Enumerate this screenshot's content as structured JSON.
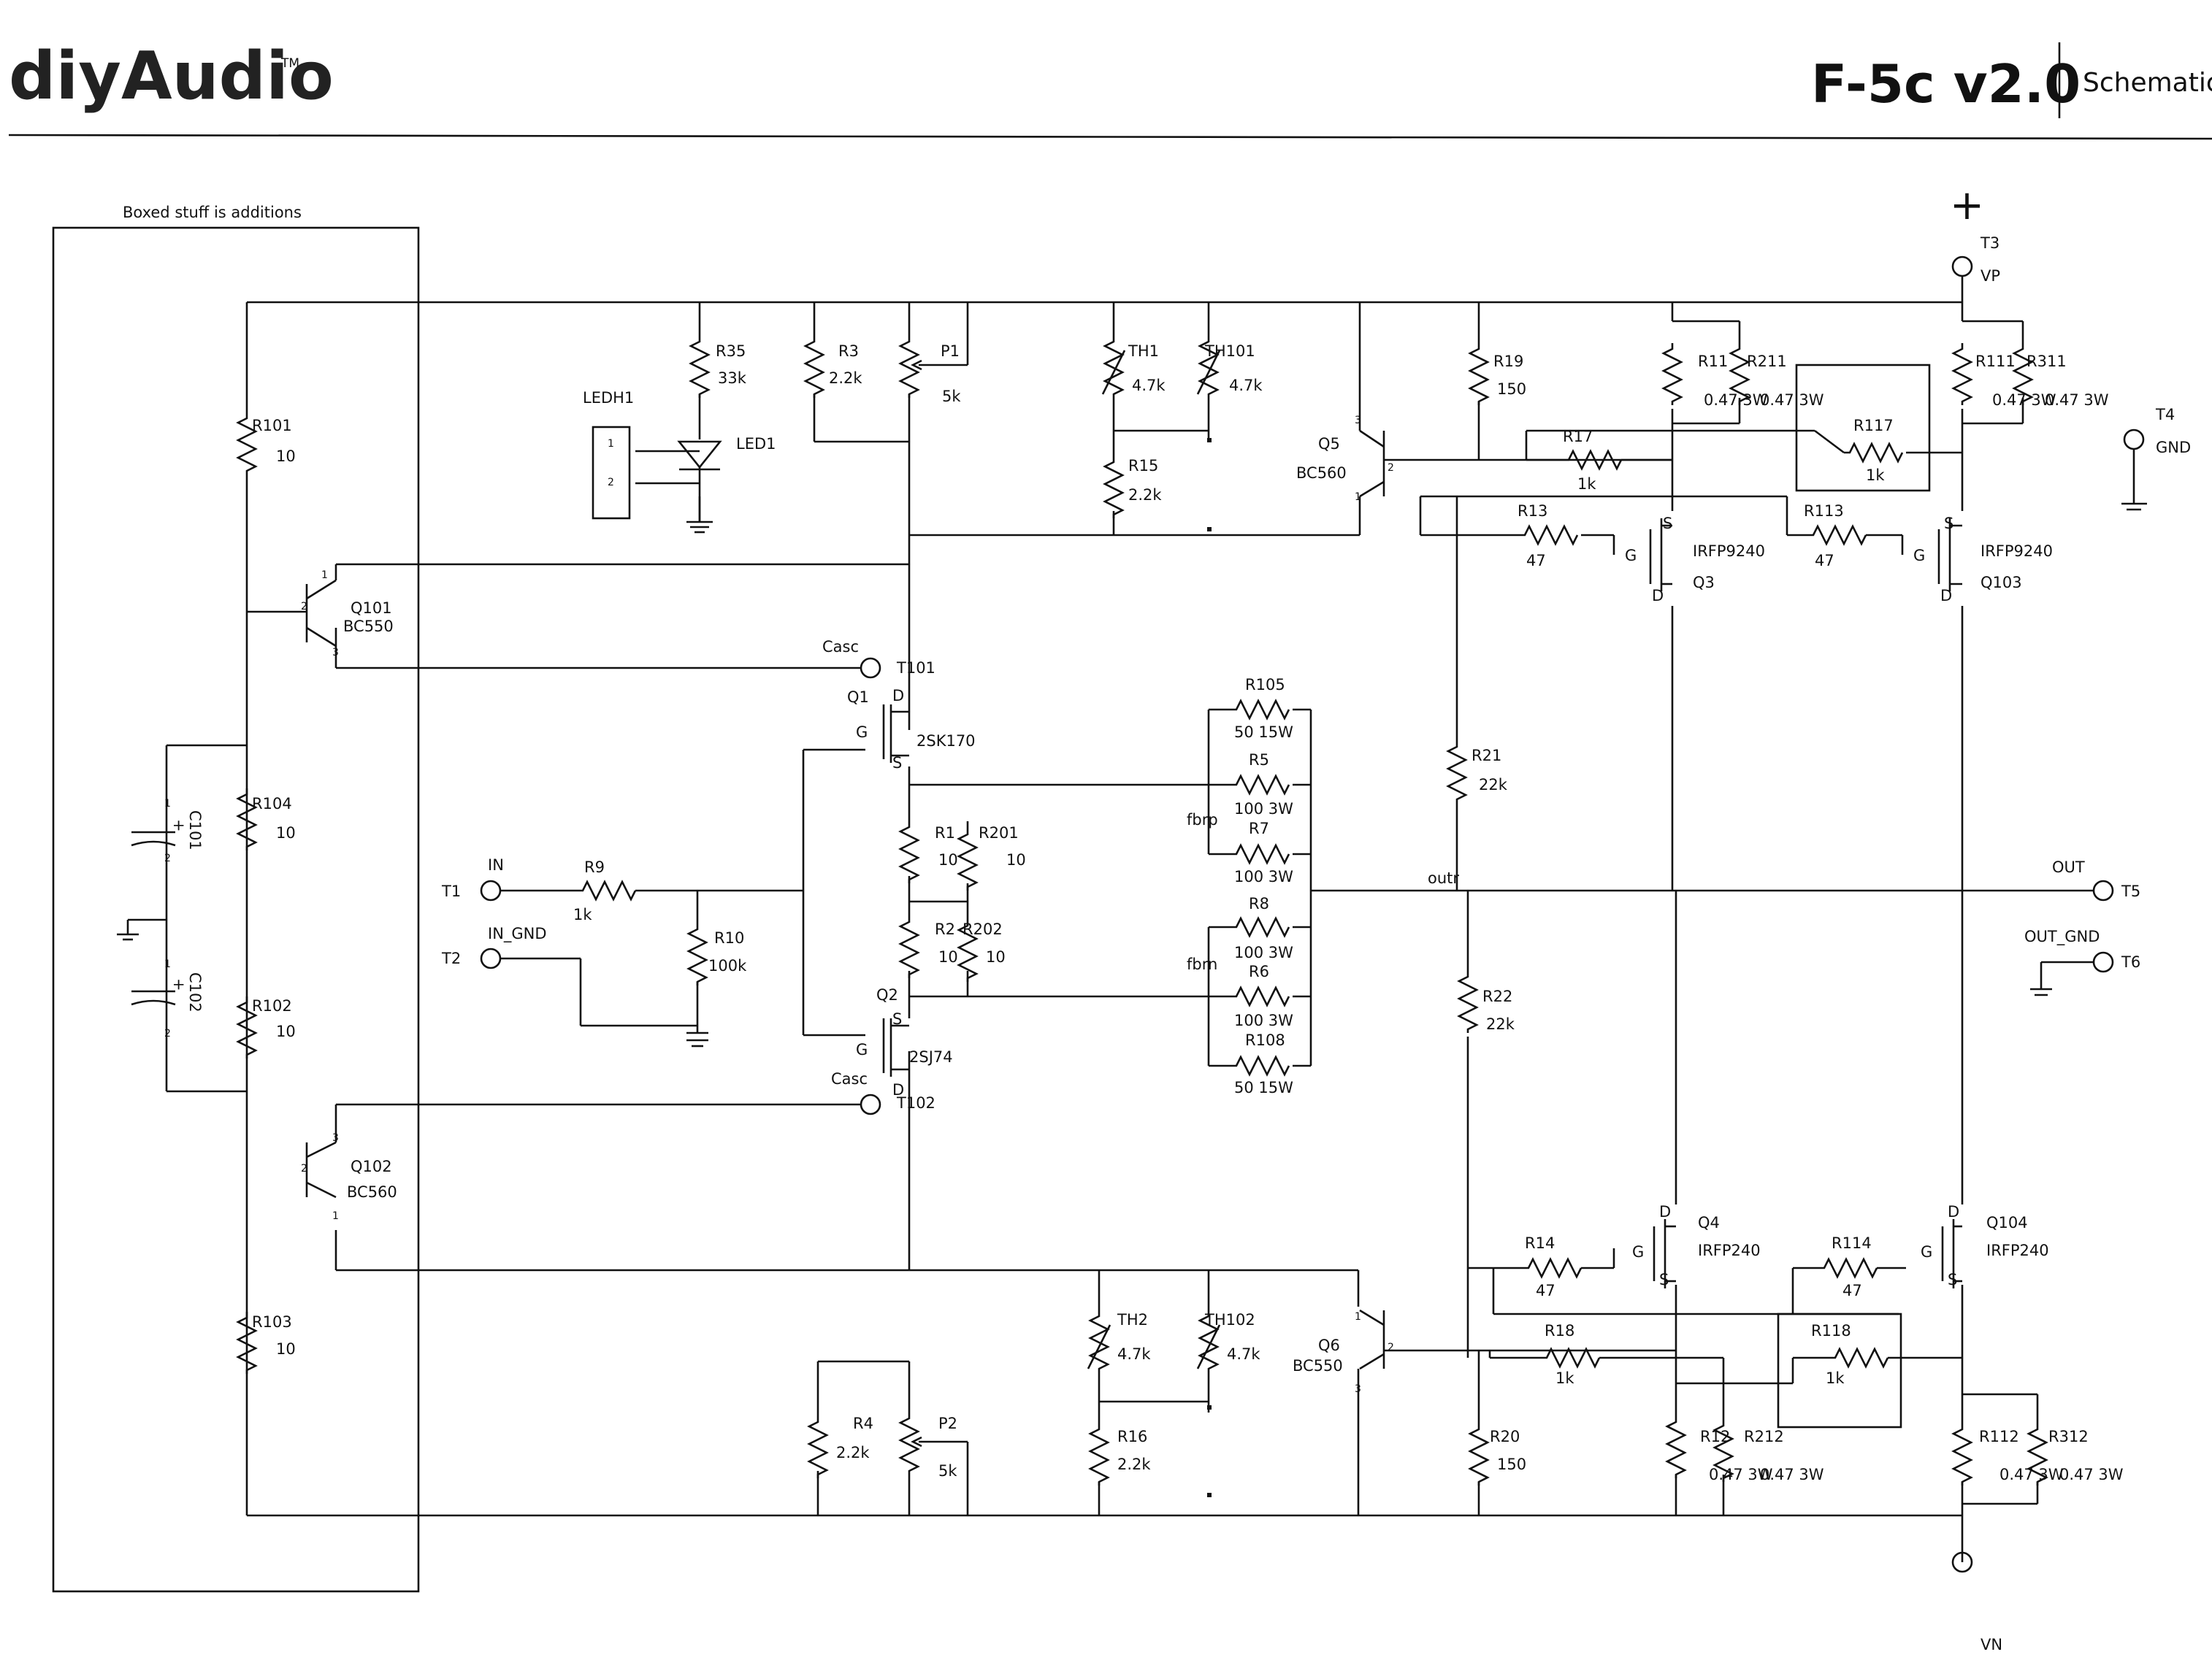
{
  "header": {
    "logo": "diyAudio",
    "trademark": "TM",
    "title": "F-5c v2.0",
    "subtitle": "Schematics"
  },
  "note": "Boxed stuff is additions",
  "terminals": [
    {
      "ref": "T3",
      "net": "VP",
      "mark": "+"
    },
    {
      "ref": "T4",
      "net": "GND"
    },
    {
      "ref": "T5",
      "net": "OUT"
    },
    {
      "ref": "T6",
      "net": "OUT_GND"
    },
    {
      "ref": "T1",
      "net": "IN"
    },
    {
      "ref": "T2",
      "net": "IN_GND"
    },
    {
      "ref": "T101",
      "net": "Casc"
    },
    {
      "ref": "T102",
      "net": "Casc"
    },
    {
      "ref": "",
      "net": "VN"
    }
  ],
  "nets": {
    "outr": "outr",
    "fbrp": "fbrp",
    "fbrn": "fbrn"
  },
  "transistors": [
    {
      "ref": "Q101",
      "part": "BC550"
    },
    {
      "ref": "Q102",
      "part": "BC560"
    },
    {
      "ref": "Q1",
      "part": "2SK170"
    },
    {
      "ref": "Q2",
      "part": "2SJ74"
    },
    {
      "ref": "Q5",
      "part": "BC560"
    },
    {
      "ref": "Q6",
      "part": "BC550"
    },
    {
      "ref": "Q3",
      "part": "IRFP9240"
    },
    {
      "ref": "Q103",
      "part": "IRFP9240"
    },
    {
      "ref": "Q4",
      "part": "IRFP240"
    },
    {
      "ref": "Q104",
      "part": "IRFP240"
    }
  ],
  "resistors": [
    {
      "ref": "R101",
      "value": "10"
    },
    {
      "ref": "R104",
      "value": "10"
    },
    {
      "ref": "R102",
      "value": "10"
    },
    {
      "ref": "R103",
      "value": "10"
    },
    {
      "ref": "R35",
      "value": "33k"
    },
    {
      "ref": "R3",
      "value": "2.2k"
    },
    {
      "ref": "R4",
      "value": "2.2k"
    },
    {
      "ref": "R15",
      "value": "2.2k"
    },
    {
      "ref": "R16",
      "value": "2.2k"
    },
    {
      "ref": "R19",
      "value": "150"
    },
    {
      "ref": "R20",
      "value": "150"
    },
    {
      "ref": "R17",
      "value": "1k"
    },
    {
      "ref": "R117",
      "value": "1k"
    },
    {
      "ref": "R18",
      "value": "1k"
    },
    {
      "ref": "R118",
      "value": "1k"
    },
    {
      "ref": "R13",
      "value": "47"
    },
    {
      "ref": "R113",
      "value": "47"
    },
    {
      "ref": "R14",
      "value": "47"
    },
    {
      "ref": "R114",
      "value": "47"
    },
    {
      "ref": "R11",
      "value": "0.47 3W"
    },
    {
      "ref": "R211",
      "value": "0.47 3W"
    },
    {
      "ref": "R111",
      "value": "0.47 3W"
    },
    {
      "ref": "R311",
      "value": "0.47 3W"
    },
    {
      "ref": "R12",
      "value": "0.47 3W"
    },
    {
      "ref": "R212",
      "value": "0.47 3W"
    },
    {
      "ref": "R112",
      "value": "0.47 3W"
    },
    {
      "ref": "R312",
      "value": "0.47 3W"
    },
    {
      "ref": "R21",
      "value": "22k"
    },
    {
      "ref": "R22",
      "value": "22k"
    },
    {
      "ref": "R9",
      "value": "1k"
    },
    {
      "ref": "R10",
      "value": "100k"
    },
    {
      "ref": "R1",
      "value": "10"
    },
    {
      "ref": "R201",
      "value": "10"
    },
    {
      "ref": "R2",
      "value": "10"
    },
    {
      "ref": "R202",
      "value": "10"
    },
    {
      "ref": "R105",
      "value": "50 15W"
    },
    {
      "ref": "R5",
      "value": "100 3W"
    },
    {
      "ref": "R7",
      "value": "100 3W"
    },
    {
      "ref": "R8",
      "value": "100 3W"
    },
    {
      "ref": "R6",
      "value": "100 3W"
    },
    {
      "ref": "R108",
      "value": "50 15W"
    }
  ],
  "pots": [
    {
      "ref": "P1",
      "value": "5k"
    },
    {
      "ref": "P2",
      "value": "5k"
    }
  ],
  "thermistors": [
    {
      "ref": "TH1",
      "value": "4.7k"
    },
    {
      "ref": "TH101",
      "value": "4.7k"
    },
    {
      "ref": "TH2",
      "value": "4.7k"
    },
    {
      "ref": "TH102",
      "value": "4.7k"
    }
  ],
  "capacitors": [
    {
      "ref": "C101",
      "pins": [
        "1",
        "2"
      ],
      "polarity": "+"
    },
    {
      "ref": "C102",
      "pins": [
        "1",
        "2"
      ],
      "polarity": "+"
    }
  ],
  "led": {
    "ref": "LED1",
    "header": "LEDH1",
    "pins": [
      "1",
      "2"
    ]
  },
  "fet_pins": {
    "gate": "G",
    "drain": "D",
    "source": "S"
  },
  "bjt_pins": {
    "p1": "1",
    "p2": "2",
    "p3": "3"
  }
}
